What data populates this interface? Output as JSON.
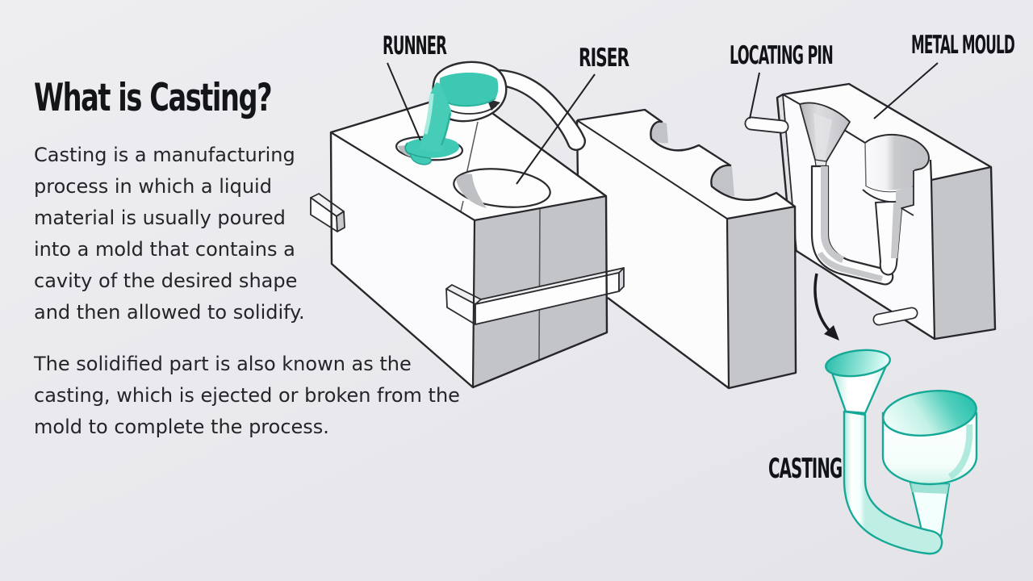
{
  "page": {
    "background": "#e9e9ed",
    "title": "What is Casting?"
  },
  "intro_paragraph": {
    "lines": [
      "Casting is a manufacturing",
      "process in which a liquid",
      "material is usually poured",
      "into a mold that contains a",
      "cavity of the desired shape",
      "and then allowed to solidify."
    ]
  },
  "secondary_paragraph": {
    "lines": [
      "The solidified part is also known as the",
      "casting, which is ejected or broken from the",
      "mold to complete the process."
    ]
  },
  "diagram": {
    "labels": {
      "runner": "RUNNER",
      "riser": "RISER",
      "locating_pin": "LOCATING PIN",
      "metal_mould": "METAL MOULD",
      "casting": "CASTING"
    },
    "colors": {
      "molten_metal": "#3cc8b3",
      "casting_teal": "#2ec0ac",
      "mold_white": "#fdfdfe",
      "mold_gray": "#c4c5c9",
      "outline": "#27272b",
      "background": "#e9e9ed"
    }
  }
}
